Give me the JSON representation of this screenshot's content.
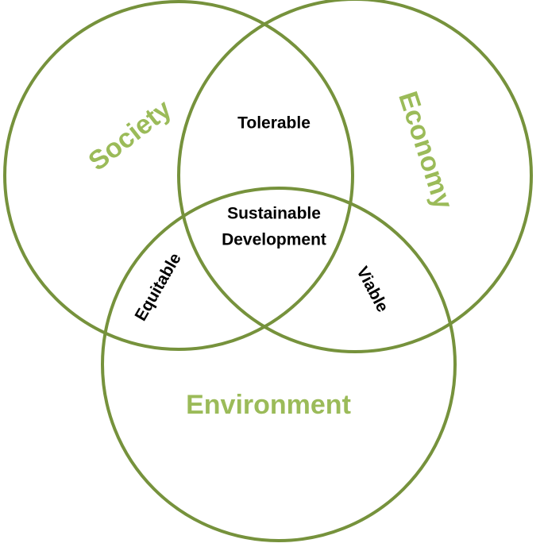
{
  "colors": {
    "circle_stroke": "#76923c",
    "set_label": "#9bbb59",
    "overlap_label": "#000000"
  },
  "sets": {
    "society": "Society",
    "economy": "Economy",
    "environment": "Environment"
  },
  "overlaps": {
    "society_economy": "Tolerable",
    "society_environment": "Equitable",
    "economy_environment": "Viable",
    "center_line1": "Sustainable",
    "center_line2": "Development"
  }
}
